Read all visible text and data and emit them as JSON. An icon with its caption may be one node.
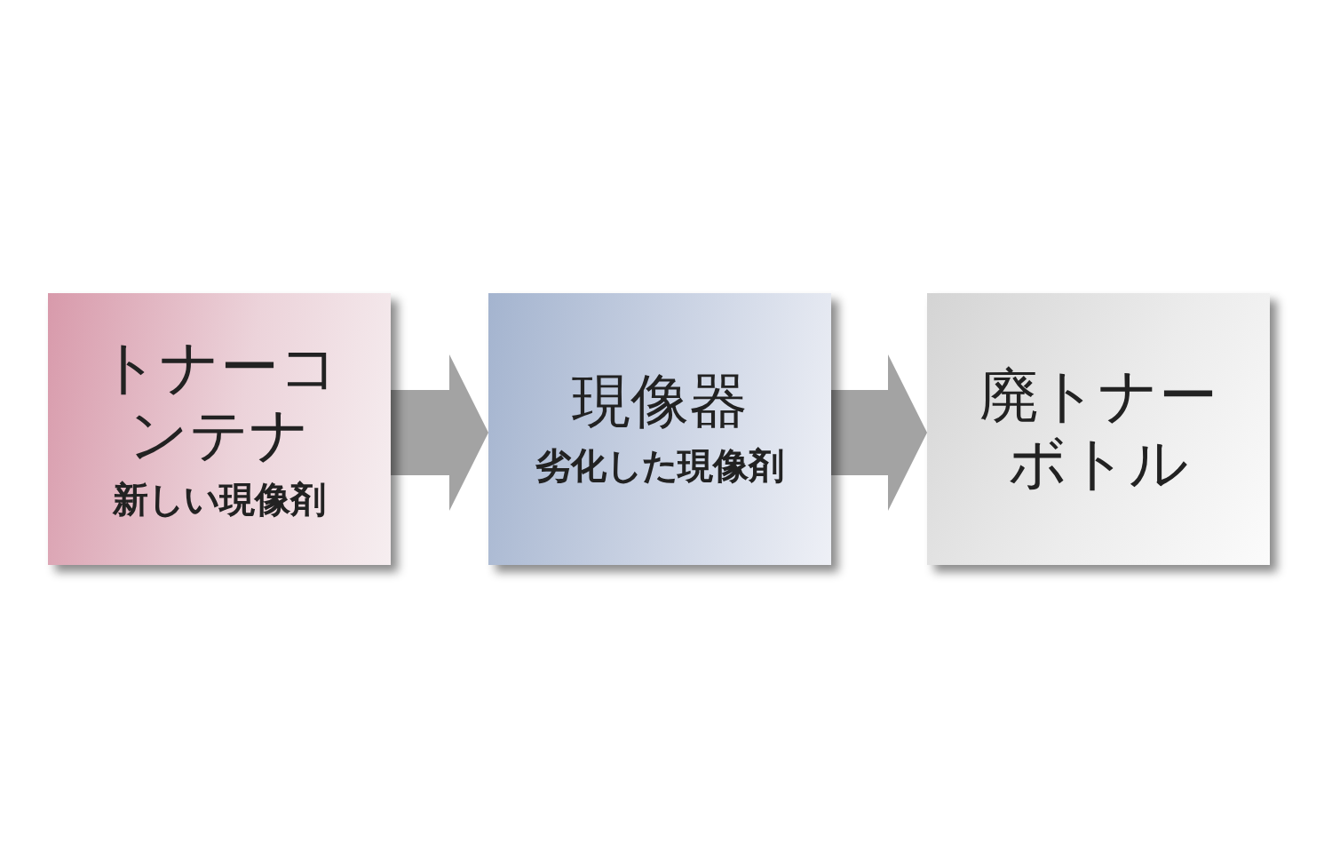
{
  "diagram": {
    "nodes": [
      {
        "text": [
          "トナーコンテナ",
          "新しい現像剤"
        ]
      },
      {
        "text": [
          "現像器",
          "劣化した現像剤"
        ]
      },
      {
        "text": [
          "廃トナーボトル"
        ]
      }
    ],
    "edges": [
      {
        "from": 0,
        "to": 1,
        "arrow": "to"
      },
      {
        "from": 1,
        "to": 2,
        "arrow": "to"
      }
    ]
  }
}
